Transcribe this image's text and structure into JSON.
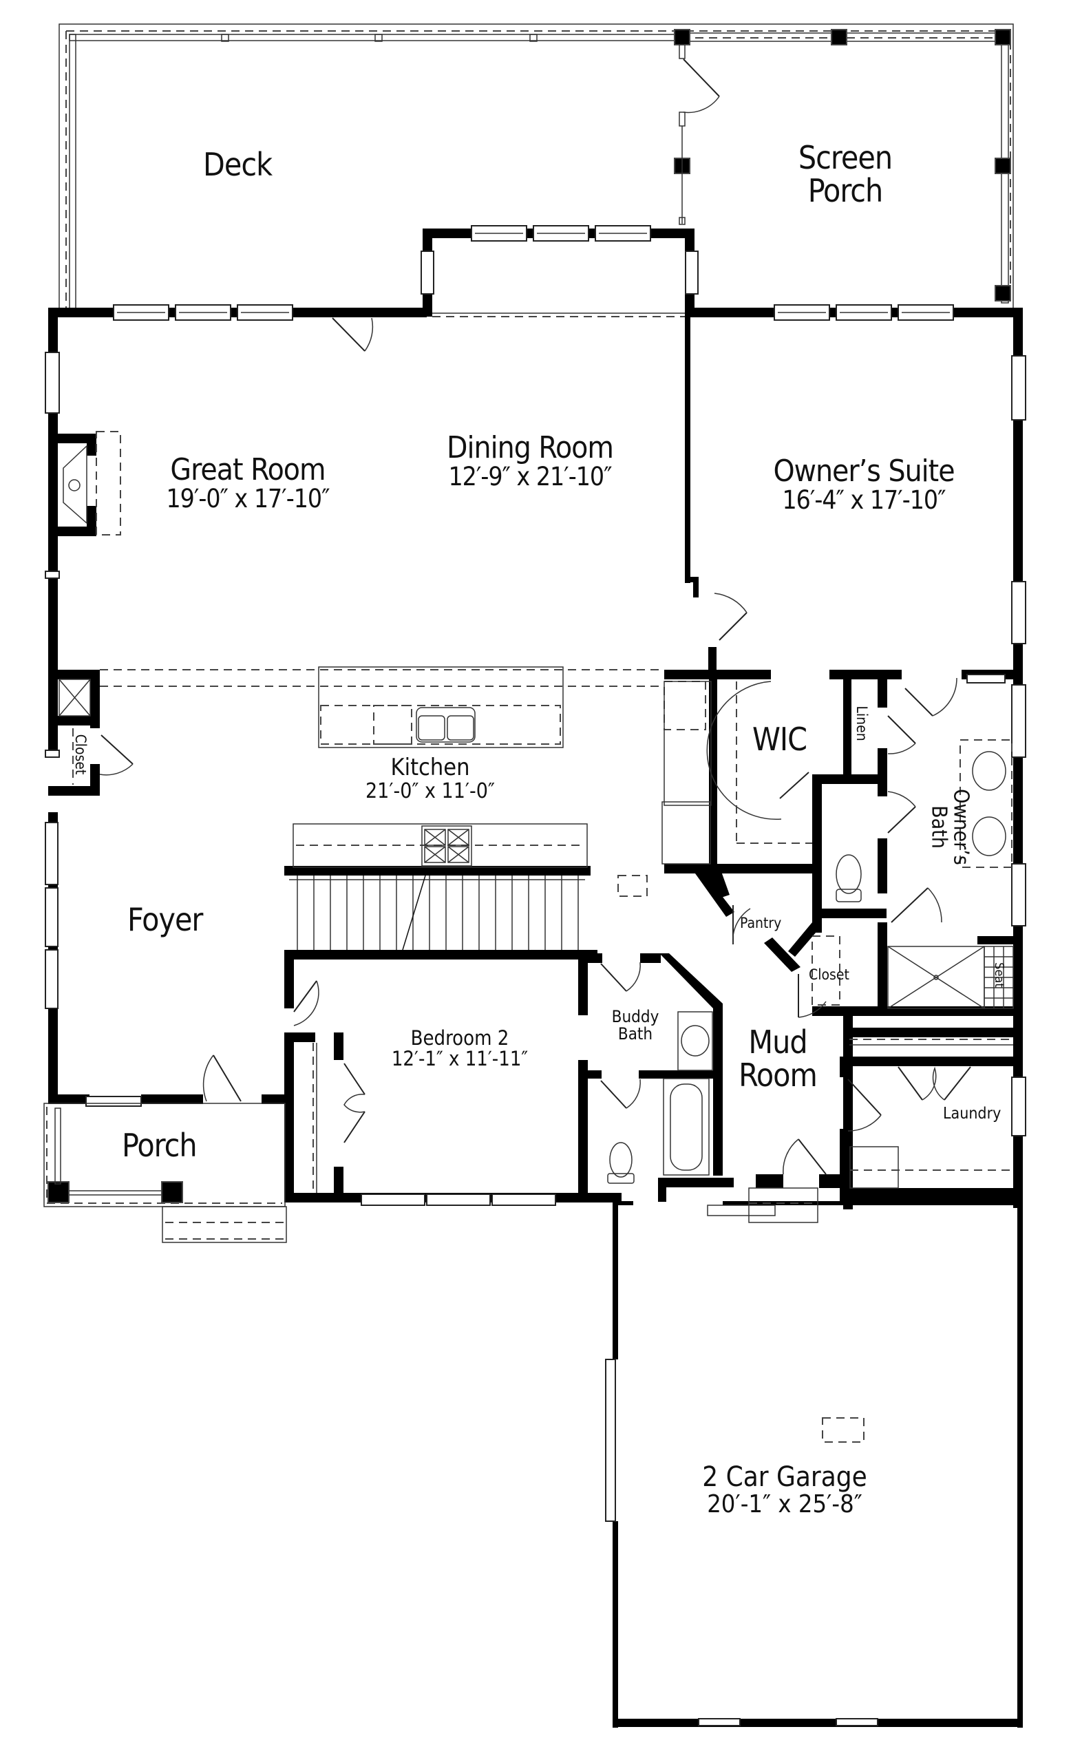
{
  "plan": {
    "type": "floor-plan",
    "background": "#ffffff",
    "wall_color": "#000000"
  },
  "rooms": {
    "deck": {
      "name": "Deck"
    },
    "screen_porch": {
      "name_line1": "Screen",
      "name_line2": "Porch"
    },
    "great_room": {
      "name": "Great Room",
      "dims": "19′-0″ x 17′-10″"
    },
    "dining_room": {
      "name": "Dining Room",
      "dims": "12′-9″ x 21′-10″"
    },
    "owners_suite": {
      "name": "Owner’s Suite",
      "dims": "16′-4″ x 17′-10″"
    },
    "kitchen": {
      "name": "Kitchen",
      "dims": "21′-0″ x 11′-0″"
    },
    "foyer_closet": {
      "name": "Closet"
    },
    "wic": {
      "name": "WIC"
    },
    "linen": {
      "name": "Linen"
    },
    "owners_bath": {
      "name_line1": "Owner’s",
      "name_line2": "Bath"
    },
    "foyer": {
      "name": "Foyer"
    },
    "pantry": {
      "name": "Pantry"
    },
    "mud_closet": {
      "name": "Closet"
    },
    "seat": {
      "name": "Seat"
    },
    "buddy_bath": {
      "name_line1": "Buddy",
      "name_line2": "Bath"
    },
    "bedroom_2": {
      "name": "Bedroom 2",
      "dims": "12′-1″ x 11′-11″"
    },
    "mud_room": {
      "name_line1": "Mud",
      "name_line2": "Room"
    },
    "laundry": {
      "name": "Laundry"
    },
    "porch": {
      "name": "Porch"
    },
    "garage": {
      "name": "2 Car Garage",
      "dims": "20′-1″ x 25′-8″"
    }
  }
}
